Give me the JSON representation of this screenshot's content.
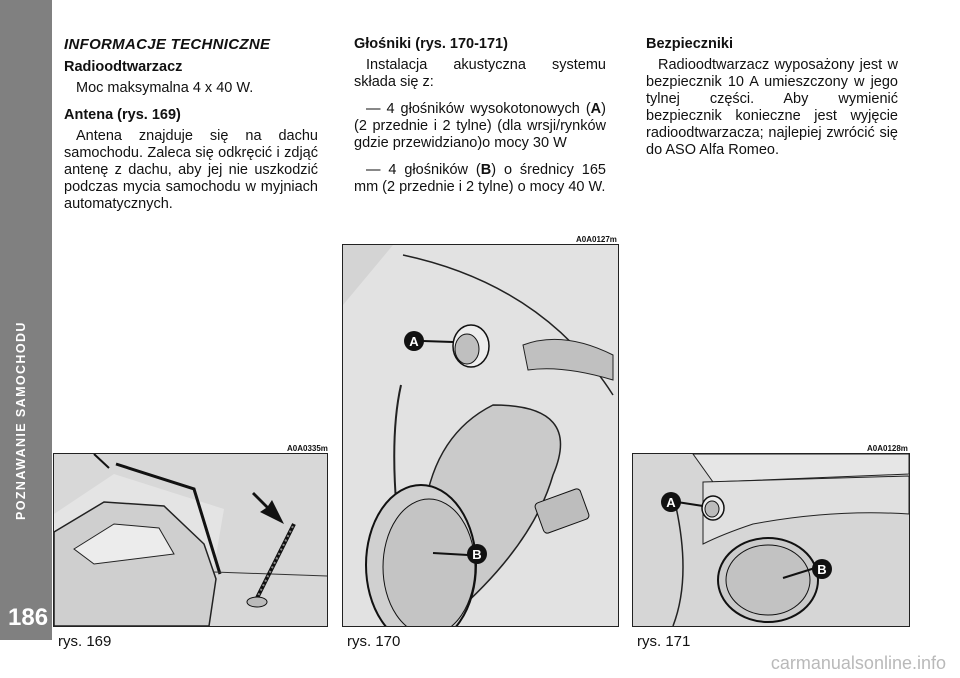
{
  "sidebar": {
    "title": "POZNAWANIE SAMOCHODU",
    "page_number": "186"
  },
  "col1": {
    "heading": "INFORMACJE TECHNICZNE",
    "sub1": "Radioodtwarzacz",
    "p1": "Moc maksymalna 4 x 40 W.",
    "sub2": "Antena (rys. 169)",
    "p2": "Antena znajduje się na dachu samochodu. Zaleca się odkręcić i zdjąć antenę z dachu, aby jej nie uszkodzić podczas mycia samochodu w myjniach automatycznych."
  },
  "col2": {
    "sub": "Głośniki (rys. 170-171)",
    "p1": "Instalacja akustyczna systemu składa się z:",
    "item1_pre": "— 4 głośników wysokotonowych (",
    "item1_label": "A",
    "item1_post": ") (2 przednie i 2 tylne) (dla wrsji/rynków gdzie przewidziano)o mocy 30 W",
    "item2_pre": "— 4 głośników (",
    "item2_label": "B",
    "item2_post": ") o średnicy 165 mm (2 przednie i 2 tylne) o mocy 40 W."
  },
  "col3": {
    "sub": "Bezpieczniki",
    "p1": "Radioodtwarzacz wyposażony jest w bezpiecznik 10 A umieszczony w jego tylnej części. Aby wymienić bezpiecznik konieczne jest wyjęcie radioodtwarzacza; najlepiej zwrócić się do ASO Alfa Romeo."
  },
  "figures": {
    "fig169": {
      "code": "A0A0335m",
      "caption": "rys. 169"
    },
    "fig170": {
      "code": "A0A0127m",
      "caption": "rys. 170",
      "label_a": "A",
      "label_b": "B"
    },
    "fig171": {
      "code": "A0A0128m",
      "caption": "rys. 171",
      "label_a": "A",
      "label_b": "B"
    }
  },
  "watermark": "carmanualsonline.info"
}
